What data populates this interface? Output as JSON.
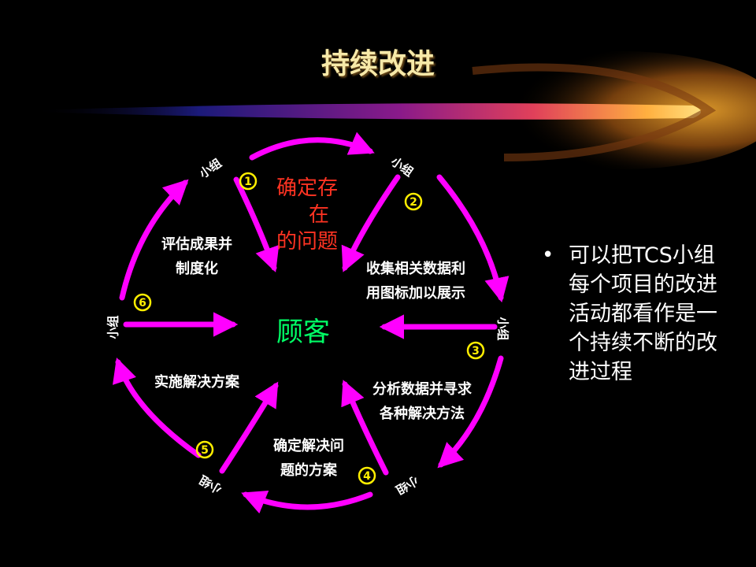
{
  "title": "持续改进",
  "center_label": "顾客",
  "problem_label": {
    "line1": "确定存",
    "line2": "在",
    "line3": "的问题"
  },
  "steps": [
    {
      "num": "1",
      "line1": "",
      "line2": ""
    },
    {
      "num": "2",
      "line1": "收集相关数据利",
      "line2": "用图标加以展示"
    },
    {
      "num": "3",
      "line1": "分析数据并寻求",
      "line2": "各种解决方法"
    },
    {
      "num": "4",
      "line1": "确定解决问",
      "line2": "题的方案"
    },
    {
      "num": "5",
      "line1": "实施解决方案",
      "line2": ""
    },
    {
      "num": "6",
      "line1": "评估成果并",
      "line2": "制度化"
    }
  ],
  "team_label": "小组",
  "bullet": {
    "marker": "•",
    "text": "可以把TCS小组每个项目的改进活动都看作是一个持续不断的改进过程"
  },
  "colors": {
    "arrow": "#ff00ff",
    "center": "#00ff66",
    "problem": "#ff3322",
    "badge": "#ffee00",
    "title": "#f7e9a8"
  }
}
